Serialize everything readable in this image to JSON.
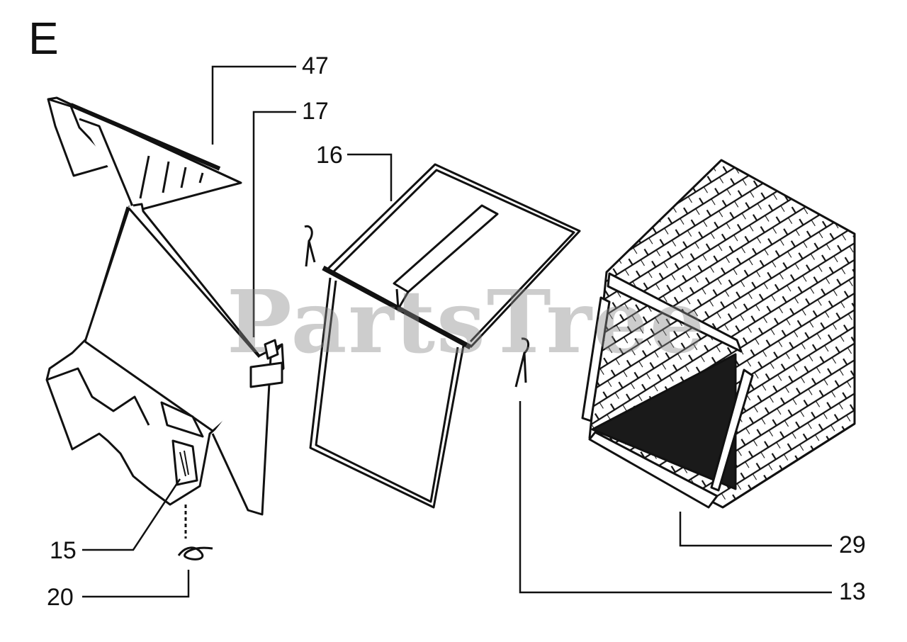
{
  "diagram": {
    "section_letter": "E",
    "watermark": "PartsTree",
    "callouts": [
      {
        "id": "47",
        "label": "47",
        "part": "cover-top"
      },
      {
        "id": "17",
        "label": "17",
        "part": "bag-frame-rod"
      },
      {
        "id": "16",
        "label": "16",
        "part": "bag-frame"
      },
      {
        "id": "15",
        "label": "15",
        "part": "latch"
      },
      {
        "id": "20",
        "label": "20",
        "part": "spring-clip"
      },
      {
        "id": "13",
        "label": "13",
        "part": "hair-pin-clip"
      },
      {
        "id": "29",
        "label": "29",
        "part": "grass-bag"
      }
    ]
  }
}
